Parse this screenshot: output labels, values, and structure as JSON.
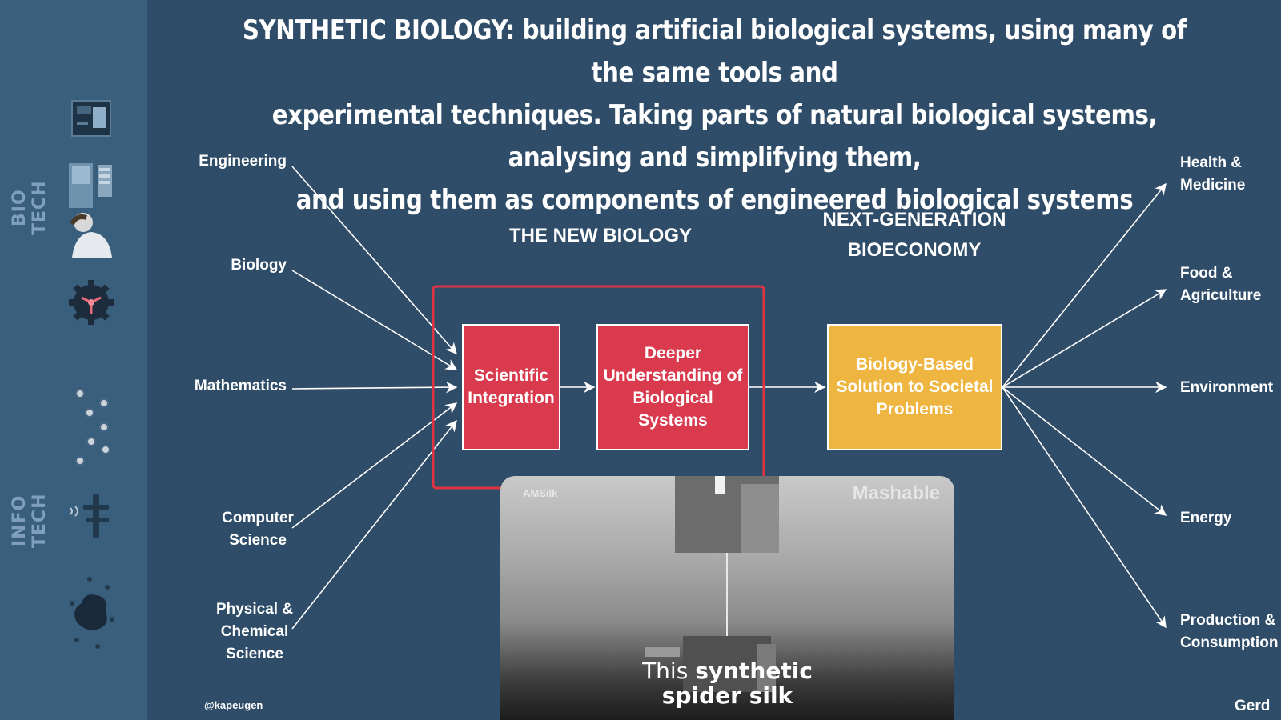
{
  "title": {
    "line1": "SYNTHETIC BIOLOGY: building artificial biological systems, using many of the same tools and",
    "line2": "experimental techniques. Taking parts of natural biological systems, analysing and simplifying them,",
    "line3": "and using them as components of engineered biological systems"
  },
  "sidebar": {
    "bio_tech": "BIO TECH",
    "info_tech": "INFO TECH"
  },
  "inputs": {
    "engineering": "Engineering",
    "biology": "Biology",
    "mathematics": "Mathematics",
    "computer_science": [
      "Computer",
      "Science"
    ],
    "physical_chemical": [
      "Physical &",
      "Chemical",
      "Science"
    ]
  },
  "sections": {
    "new_biology": "THE NEW BIOLOGY",
    "bioeconomy": [
      "NEXT-GENERATION",
      "BIOECONOMY"
    ]
  },
  "boxes": {
    "scientific_integration": [
      "Scientific",
      "Integration"
    ],
    "deeper_understanding": [
      "Deeper",
      "Understanding of",
      "Biological Systems"
    ],
    "solution": [
      "Biology-Based",
      "Solution to Societal",
      "Problems"
    ]
  },
  "outputs": {
    "health": [
      "Health &",
      "Medicine"
    ],
    "food": [
      "Food &",
      "Agriculture"
    ],
    "environment": "Environment",
    "energy": "Energy",
    "production": [
      "Production &",
      "Consumption"
    ]
  },
  "video": {
    "watermark_left": "AMSilk",
    "watermark_right": "Mashable",
    "caption_line1_normal": "This ",
    "caption_line1_bold": "synthetic",
    "caption_line2": "spider silk"
  },
  "credit": "@kapeugen",
  "brand": "Gerd",
  "colors": {
    "background": "#2f4d68",
    "sidebar": "#3a5f7d",
    "red_box": "#d93a4d",
    "yellow_box": "#eeb640",
    "outline": "#e03442"
  }
}
